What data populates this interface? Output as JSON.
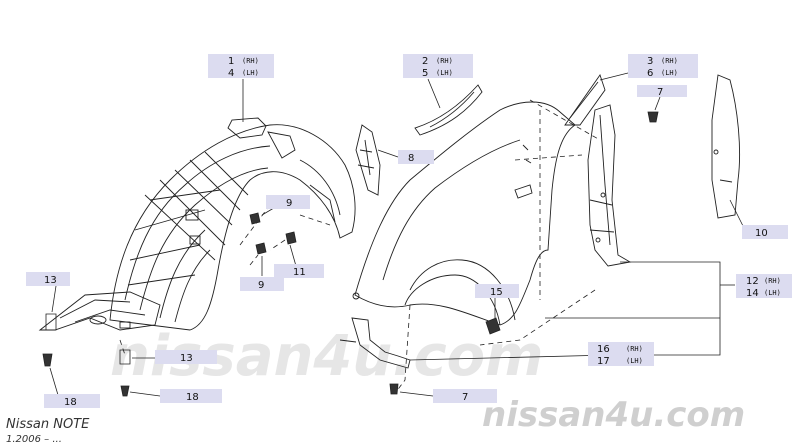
{
  "diagram": {
    "parts": [
      {
        "num": "1",
        "side": "(RH)"
      },
      {
        "num": "4",
        "side": "(LH)"
      },
      {
        "num": "2",
        "side": "(RH)"
      },
      {
        "num": "5",
        "side": "(LH)"
      },
      {
        "num": "3",
        "side": "(RH)"
      },
      {
        "num": "6",
        "side": "(LH)"
      },
      {
        "num": "7"
      },
      {
        "num": "8"
      },
      {
        "num": "9"
      },
      {
        "num": "9"
      },
      {
        "num": "10"
      },
      {
        "num": "11"
      },
      {
        "num": "12",
        "side": "(RH)"
      },
      {
        "num": "14",
        "side": "(LH)"
      },
      {
        "num": "13"
      },
      {
        "num": "13"
      },
      {
        "num": "15"
      },
      {
        "num": "16",
        "side": "(RH)"
      },
      {
        "num": "17",
        "side": "(LH)"
      },
      {
        "num": "18"
      },
      {
        "num": "18"
      },
      {
        "num": "7"
      }
    ],
    "caption_model": "Nissan NOTE",
    "caption_date": "1.2006 – ...",
    "watermark": "nissan4u.com"
  },
  "colors": {
    "label_box": "#dcdcf0",
    "line": "#222222",
    "watermark": "#d0d0d0"
  }
}
